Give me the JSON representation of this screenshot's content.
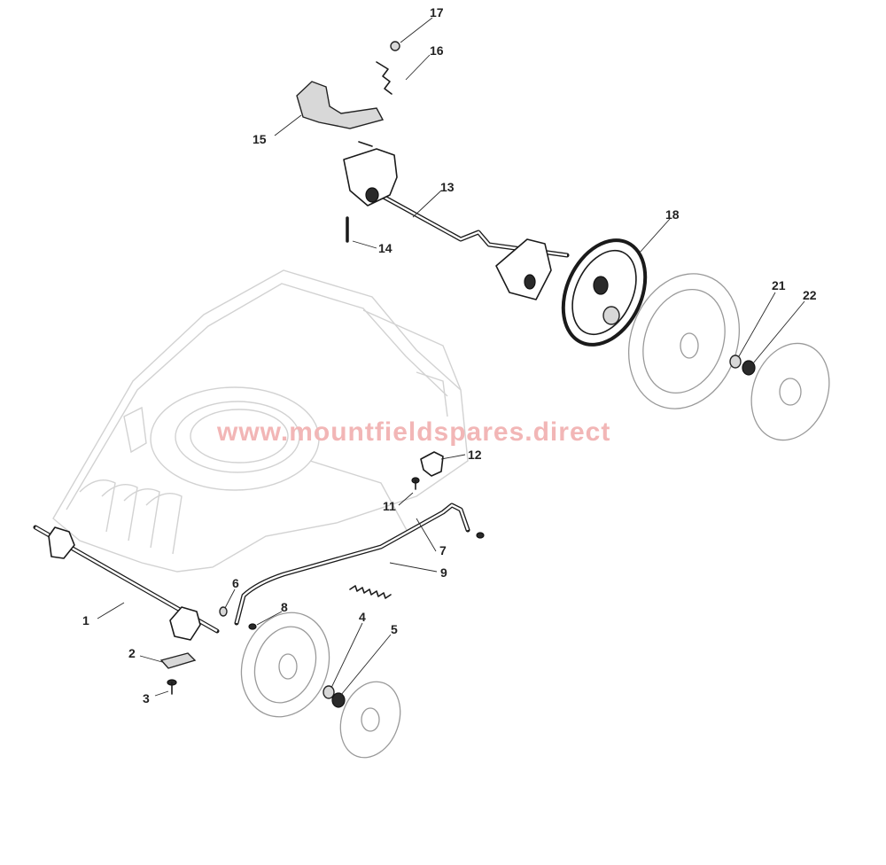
{
  "watermark": "www.mountfieldspares.direct",
  "callouts": [
    {
      "id": "1",
      "label": "1"
    },
    {
      "id": "2",
      "label": "2"
    },
    {
      "id": "3",
      "label": "3"
    },
    {
      "id": "4",
      "label": "4"
    },
    {
      "id": "5",
      "label": "5"
    },
    {
      "id": "6",
      "label": "6"
    },
    {
      "id": "7",
      "label": "7"
    },
    {
      "id": "8",
      "label": "8"
    },
    {
      "id": "9",
      "label": "9"
    },
    {
      "id": "11",
      "label": "11"
    },
    {
      "id": "12",
      "label": "12"
    },
    {
      "id": "13",
      "label": "13"
    },
    {
      "id": "14",
      "label": "14"
    },
    {
      "id": "15",
      "label": "15"
    },
    {
      "id": "16",
      "label": "16"
    },
    {
      "id": "17",
      "label": "17"
    },
    {
      "id": "18",
      "label": "18"
    },
    {
      "id": "21",
      "label": "21"
    },
    {
      "id": "22",
      "label": "22"
    }
  ]
}
